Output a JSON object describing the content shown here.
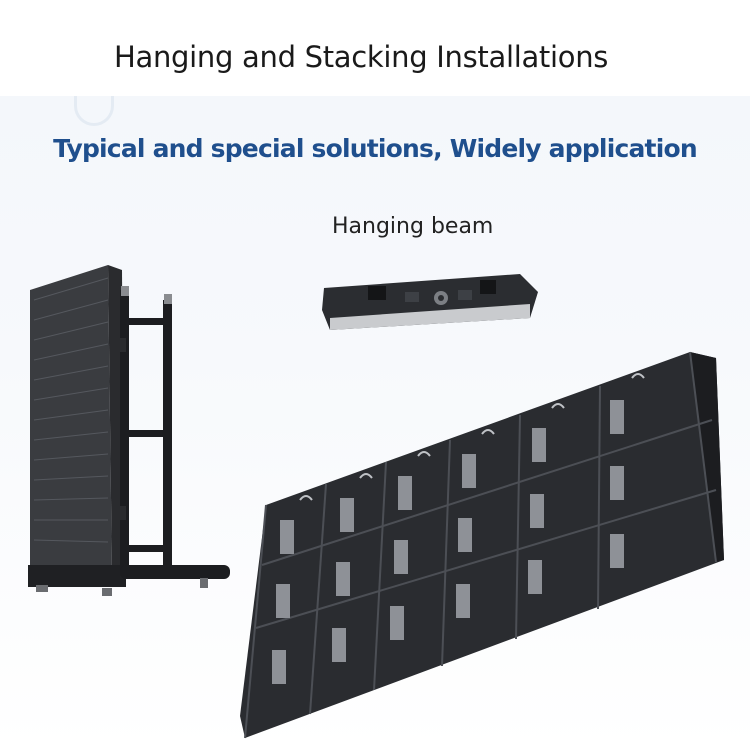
{
  "title": "Hanging and Stacking Installations",
  "subtitle": "Typical and special solutions, Widely application",
  "beam_label": "Hanging beam",
  "colors": {
    "subtitle": "#1f4f8d",
    "title": "#1a1a1a",
    "cabinet_dark": "#2a2c30",
    "frame": "#1c1d20"
  },
  "images": {
    "stacking_stand": "stacking-led-screen-with-stand",
    "hanging_beam": "hanging-beam-bracket",
    "cabinet_wall": "led-cabinet-wall-back-view"
  }
}
